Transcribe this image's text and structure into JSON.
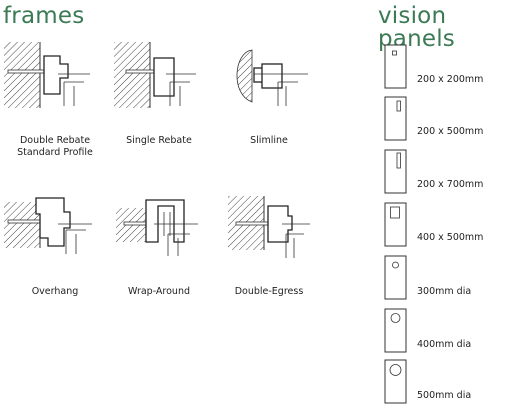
{
  "headings": {
    "frames": "frames",
    "vision_panels": "vision panels"
  },
  "frames": [
    {
      "line1": "Double Rebate",
      "line2": "Standard Profile"
    },
    {
      "line1": "Single Rebate",
      "line2": ""
    },
    {
      "line1": "Slimline",
      "line2": ""
    },
    {
      "line1": "Overhang",
      "line2": ""
    },
    {
      "line1": "Wrap-Around",
      "line2": ""
    },
    {
      "line1": "Double-Egress",
      "line2": ""
    }
  ],
  "vision_panels": [
    {
      "label": "200 x 200mm"
    },
    {
      "label": "200 x 500mm"
    },
    {
      "label": "200 x 700mm"
    },
    {
      "label": "400 x 500mm"
    },
    {
      "label": "300mm dia"
    },
    {
      "label": "400mm dia"
    },
    {
      "label": "500mm dia"
    }
  ],
  "colors": {
    "heading": "#3b7a54",
    "line": "#333333"
  }
}
